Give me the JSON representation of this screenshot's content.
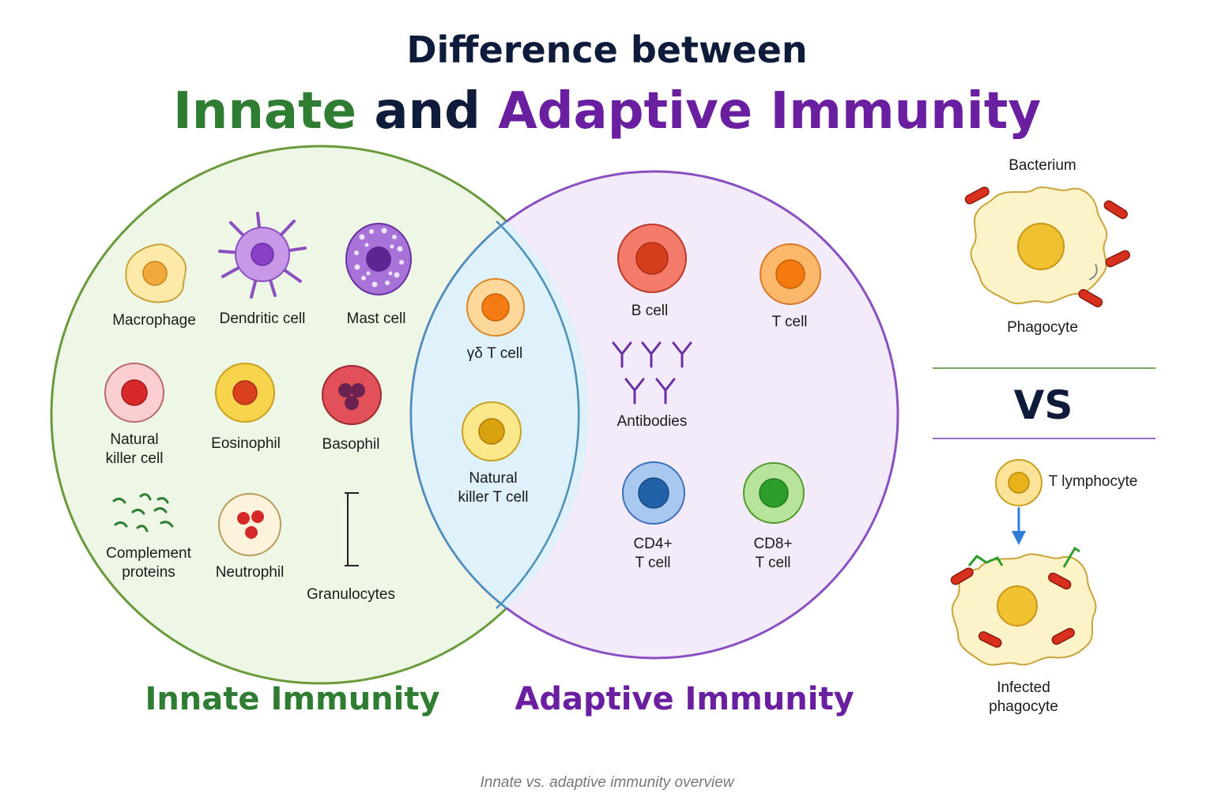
{
  "title": {
    "line1": "Difference between",
    "line2_part1": "Innate",
    "line2_part2": " and ",
    "line2_part3": "Adaptive Immunity"
  },
  "innate": {
    "label": "Innate Immunity",
    "cells": {
      "macrophage": "Macrophage",
      "dendritic": "Dendritic cell",
      "mast": "Mast cell",
      "nk": "Natural\nkiller cell",
      "eosinophil": "Eosinophil",
      "basophil": "Basophil",
      "complement": "Complement\nproteins",
      "neutrophil": "Neutrophil",
      "granulocytes": "Granulocytes"
    }
  },
  "overlap": {
    "gamma_delta": "γδ T cell",
    "nkt": "Natural\nkiller T cell"
  },
  "adaptive": {
    "label": "Adaptive Immunity",
    "cells": {
      "bcell": "B cell",
      "tcell": "T cell",
      "antibodies": "Antibodies",
      "cd4": "CD4+\nT cell",
      "cd8": "CD8+\nT cell"
    }
  },
  "side_panel": {
    "bacterium": "Bacterium",
    "phagocyte": "Phagocyte",
    "vs": "VS",
    "t_lymphocyte": "T lymphocyte",
    "infected_phagocyte": "Infected\nphagocyte"
  },
  "caption": "Innate vs. adaptive immunity overview",
  "colors": {
    "innate_green": "#2e7d32",
    "adaptive_purple": "#6a1fa0",
    "title_dark": "#0f1b3a",
    "innate_fill": "#eef7e6",
    "adaptive_fill": "#f3eafa",
    "overlap_fill": "#dff1fb"
  }
}
